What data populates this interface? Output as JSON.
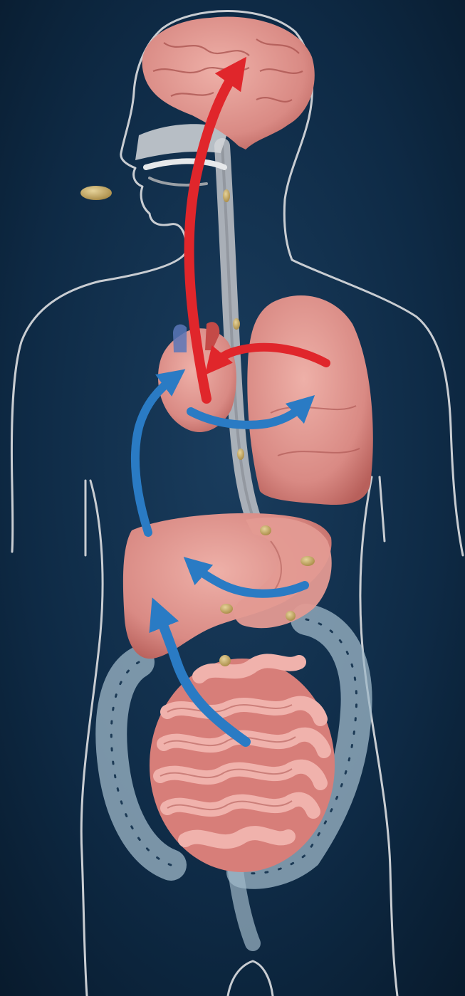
{
  "colors": {
    "background": "#0e2a45",
    "background_light": "#1a3d5e",
    "background_dark": "#081a2c",
    "outline": "#c9cdd2",
    "organ_fill": "#d98a84",
    "organ_dark": "#b8605b",
    "organ_light": "#eeb0a8",
    "intestine_fill": "#e59b97",
    "colon_fill": "#9fb8c8",
    "esophagus_fill": "#b9bdc2",
    "pill_fill": "#c9ad6a",
    "arrow_red": "#e0262b",
    "arrow_blue": "#2a7bc4"
  },
  "organs": [
    "brain",
    "heart",
    "lung",
    "liver",
    "stomach",
    "small-intestine",
    "large-intestine",
    "esophagus"
  ],
  "arrows": {
    "red": [
      "heart-to-brain",
      "lung-to-heart"
    ],
    "blue": [
      "liver-to-heart",
      "heart-to-lung",
      "stomach-to-liver",
      "intestine-to-liver"
    ]
  },
  "pills": 9
}
